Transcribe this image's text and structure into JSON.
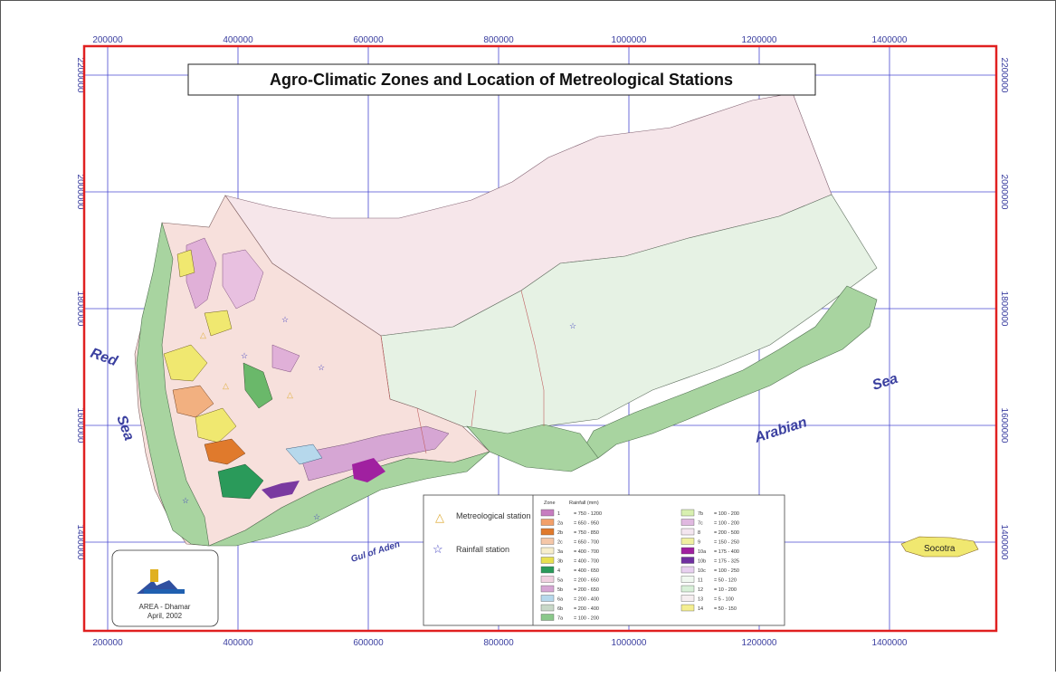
{
  "map": {
    "title": "Agro-Climatic Zones  and  Location of Metreological Stations",
    "x_axis_values": [
      "200000",
      "400000",
      "600000",
      "800000",
      "1000000",
      "1200000",
      "1400000"
    ],
    "y_axis_values": [
      "2200000",
      "2000000",
      "1800000",
      "1600000",
      "1400000"
    ],
    "sea_labels": {
      "red_sea_1": "Red",
      "red_sea_2": "Sea",
      "arabian_sea_1": "Arabian",
      "arabian_sea_2": "Sea",
      "gulf": "Gul of Aden"
    },
    "island_label": "Socotra",
    "logo": {
      "line1": "AREA - Dhamar",
      "line2": "April, 2002"
    },
    "legend": {
      "met_station": "Metreological station",
      "rain_station": "Rainfall station",
      "zone_header": "Zone",
      "rainfall_header": "Rainfall (mm)",
      "zones_left": [
        {
          "zone": "1",
          "range": "= 750 - 1200",
          "color": "#c77dc0"
        },
        {
          "zone": "2a",
          "range": "= 650 - 950",
          "color": "#f2a06a"
        },
        {
          "zone": "2b",
          "range": "= 750 - 850",
          "color": "#e07a2c"
        },
        {
          "zone": "2c",
          "range": "= 650 - 700",
          "color": "#f5c7a8"
        },
        {
          "zone": "3a",
          "range": "= 400 - 700",
          "color": "#f7eecc"
        },
        {
          "zone": "3b",
          "range": "= 400 - 700",
          "color": "#e8e050"
        },
        {
          "zone": "4",
          "range": "= 400 - 650",
          "color": "#2a9a5a"
        },
        {
          "zone": "5a",
          "range": "= 200 - 650",
          "color": "#f0d0e0"
        },
        {
          "zone": "5b",
          "range": "= 200 - 650",
          "color": "#d6a6d4"
        },
        {
          "zone": "6a",
          "range": "= 200 - 400",
          "color": "#b6d8ec"
        },
        {
          "zone": "6b",
          "range": "= 200 - 400",
          "color": "#c8d8c8"
        },
        {
          "zone": "7a",
          "range": "= 100 - 200",
          "color": "#8ac88a"
        }
      ],
      "zones_right": [
        {
          "zone": "7b",
          "range": "= 100 - 200",
          "color": "#d8f0b0"
        },
        {
          "zone": "7c",
          "range": "= 100 - 200",
          "color": "#e0b8e0"
        },
        {
          "zone": "8",
          "range": "= 200 - 500",
          "color": "#f4e6f0"
        },
        {
          "zone": "9",
          "range": "= 150 - 250",
          "color": "#f0f0a0"
        },
        {
          "zone": "10a",
          "range": "= 175 - 400",
          "color": "#a020a0"
        },
        {
          "zone": "10b",
          "range": "= 175 - 325",
          "color": "#7030a0"
        },
        {
          "zone": "10c",
          "range": "= 100 - 250",
          "color": "#e8d0f0"
        },
        {
          "zone": "11",
          "range": "= 50 - 120",
          "color": "#f0f8f0"
        },
        {
          "zone": "12",
          "range": "= 10 - 200",
          "color": "#d8f0d8"
        },
        {
          "zone": "13",
          "range": "= 5 - 100",
          "color": "#f6eef0"
        },
        {
          "zone": "14",
          "range": "= 50 - 150",
          "color": "#f4ee90"
        }
      ]
    },
    "colors": {
      "frame": "#e02020",
      "grid": "#4a4ad0",
      "coord_text": "#3b3fa0"
    }
  }
}
